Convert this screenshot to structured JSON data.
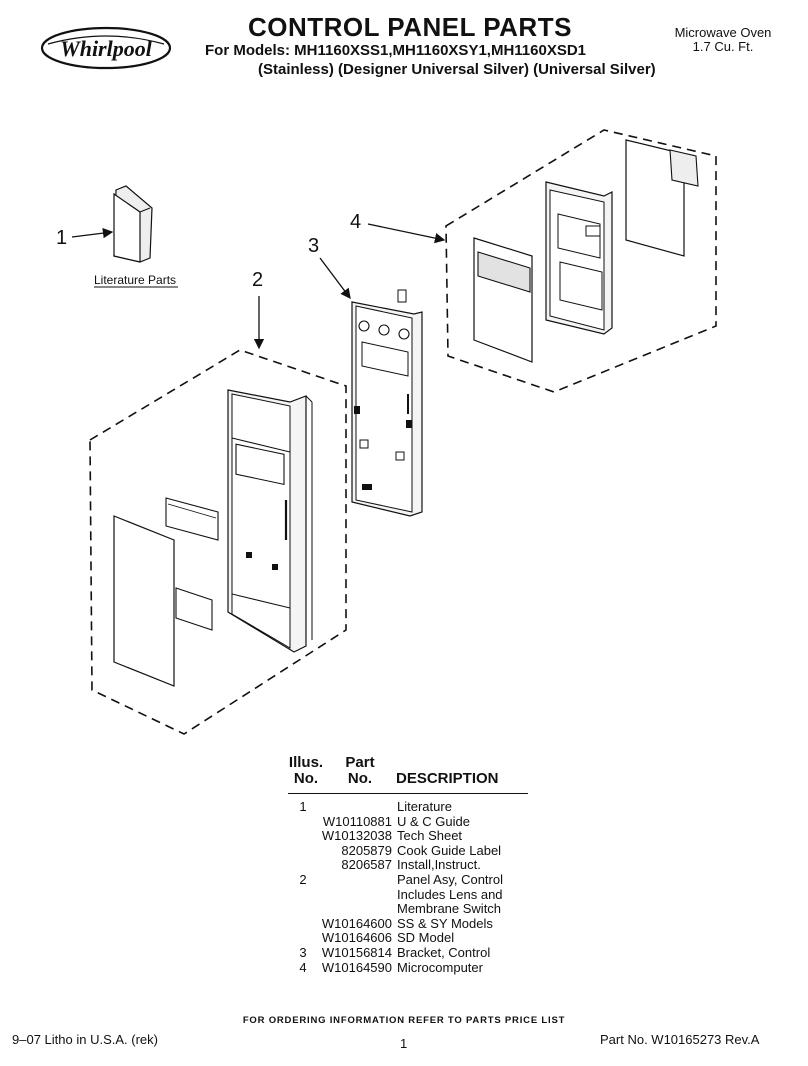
{
  "header": {
    "brand": "Whirlpool",
    "title": "CONTROL PANEL PARTS",
    "models_line": "For Models: MH1160XSS1,MH1160XSY1,MH1160XSD1",
    "variants_line": "(Stainless) (Designer Universal Silver) (Universal Silver)",
    "product_type": "Microwave Oven",
    "capacity": "1.7 Cu. Ft."
  },
  "diagram": {
    "callouts": [
      "1",
      "2",
      "3",
      "4"
    ],
    "literature_label": "Literature Parts"
  },
  "parts_table": {
    "headers": {
      "illus_line1": "Illus.",
      "illus_line2": "No.",
      "part_line1": "Part",
      "part_line2": "No.",
      "description": "DESCRIPTION"
    },
    "rows": [
      {
        "illus": "1",
        "part": "",
        "desc": "Literature"
      },
      {
        "illus": "",
        "part": "W10110881",
        "desc": "U & C Guide"
      },
      {
        "illus": "",
        "part": "W10132038",
        "desc": "Tech Sheet"
      },
      {
        "illus": "",
        "part": "8205879",
        "desc": "Cook Guide Label"
      },
      {
        "illus": "",
        "part": "8206587",
        "desc": "Install,Instruct."
      },
      {
        "illus": "2",
        "part": "",
        "desc": "Panel Asy, Control"
      },
      {
        "illus": "",
        "part": "",
        "desc": "Includes Lens and"
      },
      {
        "illus": "",
        "part": "",
        "desc": "Membrane Switch"
      },
      {
        "illus": "",
        "part": "W10164600",
        "desc": "SS & SY Models"
      },
      {
        "illus": "",
        "part": "W10164606",
        "desc": "SD Model"
      },
      {
        "illus": "3",
        "part": "W10156814",
        "desc": "Bracket, Control"
      },
      {
        "illus": "4",
        "part": "W10164590",
        "desc": "Microcomputer"
      }
    ]
  },
  "footer": {
    "ordering_note": "FOR ORDERING INFORMATION REFER TO PARTS PRICE LIST",
    "litho": "9–07 Litho in U.S.A. (rek)",
    "page": "1",
    "part_no": "Part No. W10165273 Rev.A"
  }
}
